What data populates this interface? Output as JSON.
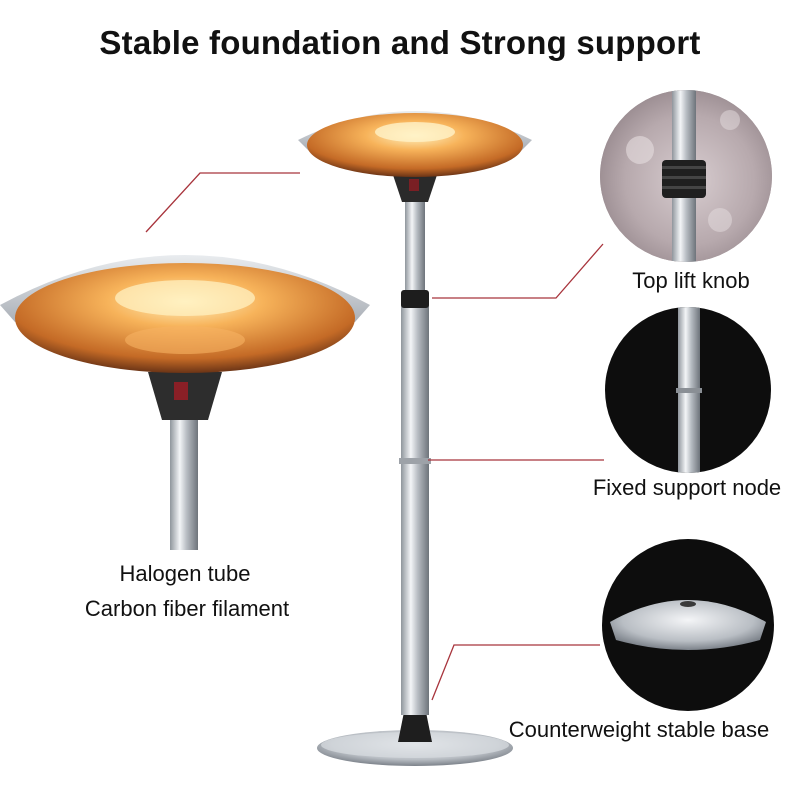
{
  "title": "Stable foundation and Strong support",
  "callouts": {
    "top_lift_knob": "Top lift knob",
    "fixed_support_node": "Fixed support node",
    "counterweight_base": "Counterweight stable base",
    "halogen_line1": "Halogen tube",
    "halogen_line2": "Carbon fiber filament"
  },
  "colors": {
    "leader_line": "#a8343c",
    "steel": "#c9cdd3",
    "glow": "#f1a24b",
    "dark": "#1a1a1a"
  }
}
